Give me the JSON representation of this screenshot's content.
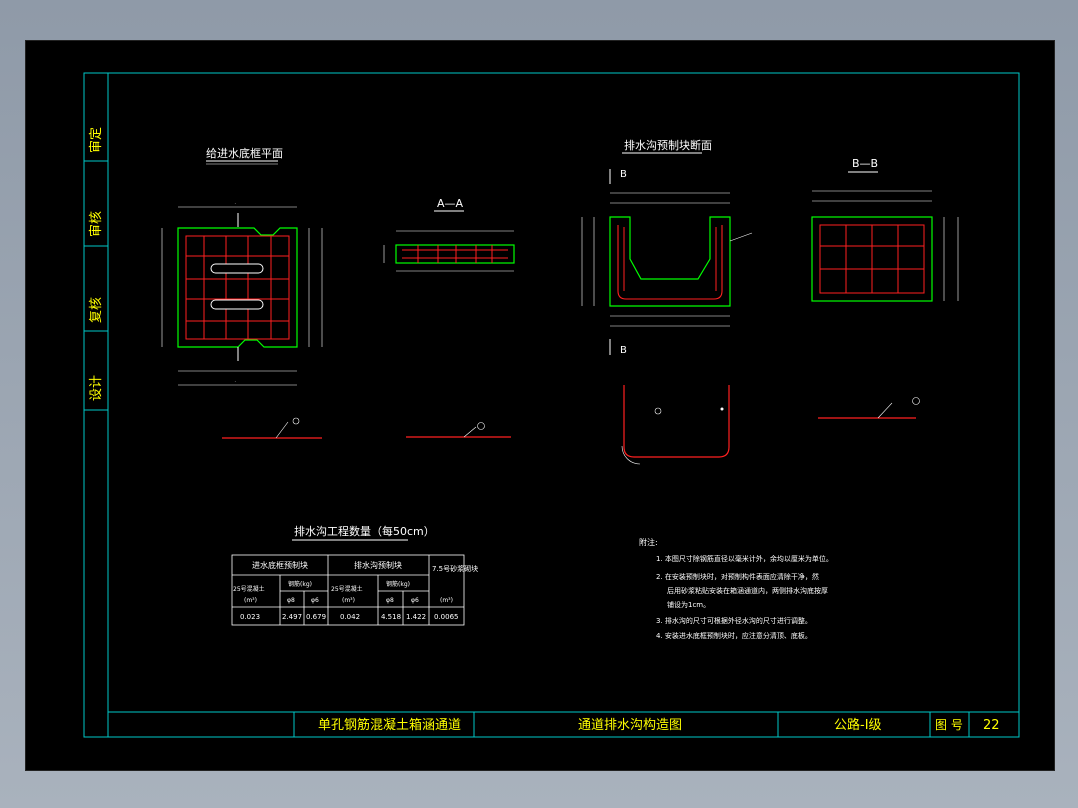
{
  "side_labels": [
    "审定",
    "审核",
    "复核",
    "设计"
  ],
  "views": {
    "plan_title": "给进水底框平面",
    "section_aa": "A—A",
    "drain_title": "排水沟预制块断面",
    "section_bb": "B—B",
    "mark_b": "B"
  },
  "table": {
    "title": "排水沟工程数量（每50cm）",
    "header_left": "进水底框预制块",
    "header_mid": "排水沟预制块",
    "header_right": "7.5号砂浆砌块",
    "sub_concrete": "25号混凝土",
    "sub_steel": "钢筋(kg)",
    "unit_m3": "(m³)",
    "col_phi8": "φ8",
    "col_phi6": "φ6",
    "values": [
      "0.023",
      "2.497",
      "0.679",
      "0.042",
      "4.518",
      "1.422",
      "0.0065"
    ]
  },
  "notes": {
    "title": "附注:",
    "items": [
      "1. 本图尺寸除钢筋直径以毫米计外，余均以厘米为单位。",
      "2. 在安装预制块时，对预制构件表面应清除干净，然",
      "后用砂浆粘贴安装在箱涵通道内，两侧排水沟底按厚",
      "铺设为1cm。",
      "3. 排水沟的尺寸可根据外径水沟的尺寸进行调整。",
      "4. 安装进水底框预制块时，应注意分清顶、底板。"
    ]
  },
  "title_block": {
    "project": "单孔钢筋混凝土箱涵通道",
    "drawing": "通道排水沟构造图",
    "grade": "公路-I级",
    "sheet_label": "图  号",
    "sheet_no": "22"
  },
  "colors": {
    "frame": "#00c8c8",
    "outline": "#00ff00",
    "rebar": "#ff2020",
    "text": "#ffffff",
    "title_text": "#ffff00"
  }
}
